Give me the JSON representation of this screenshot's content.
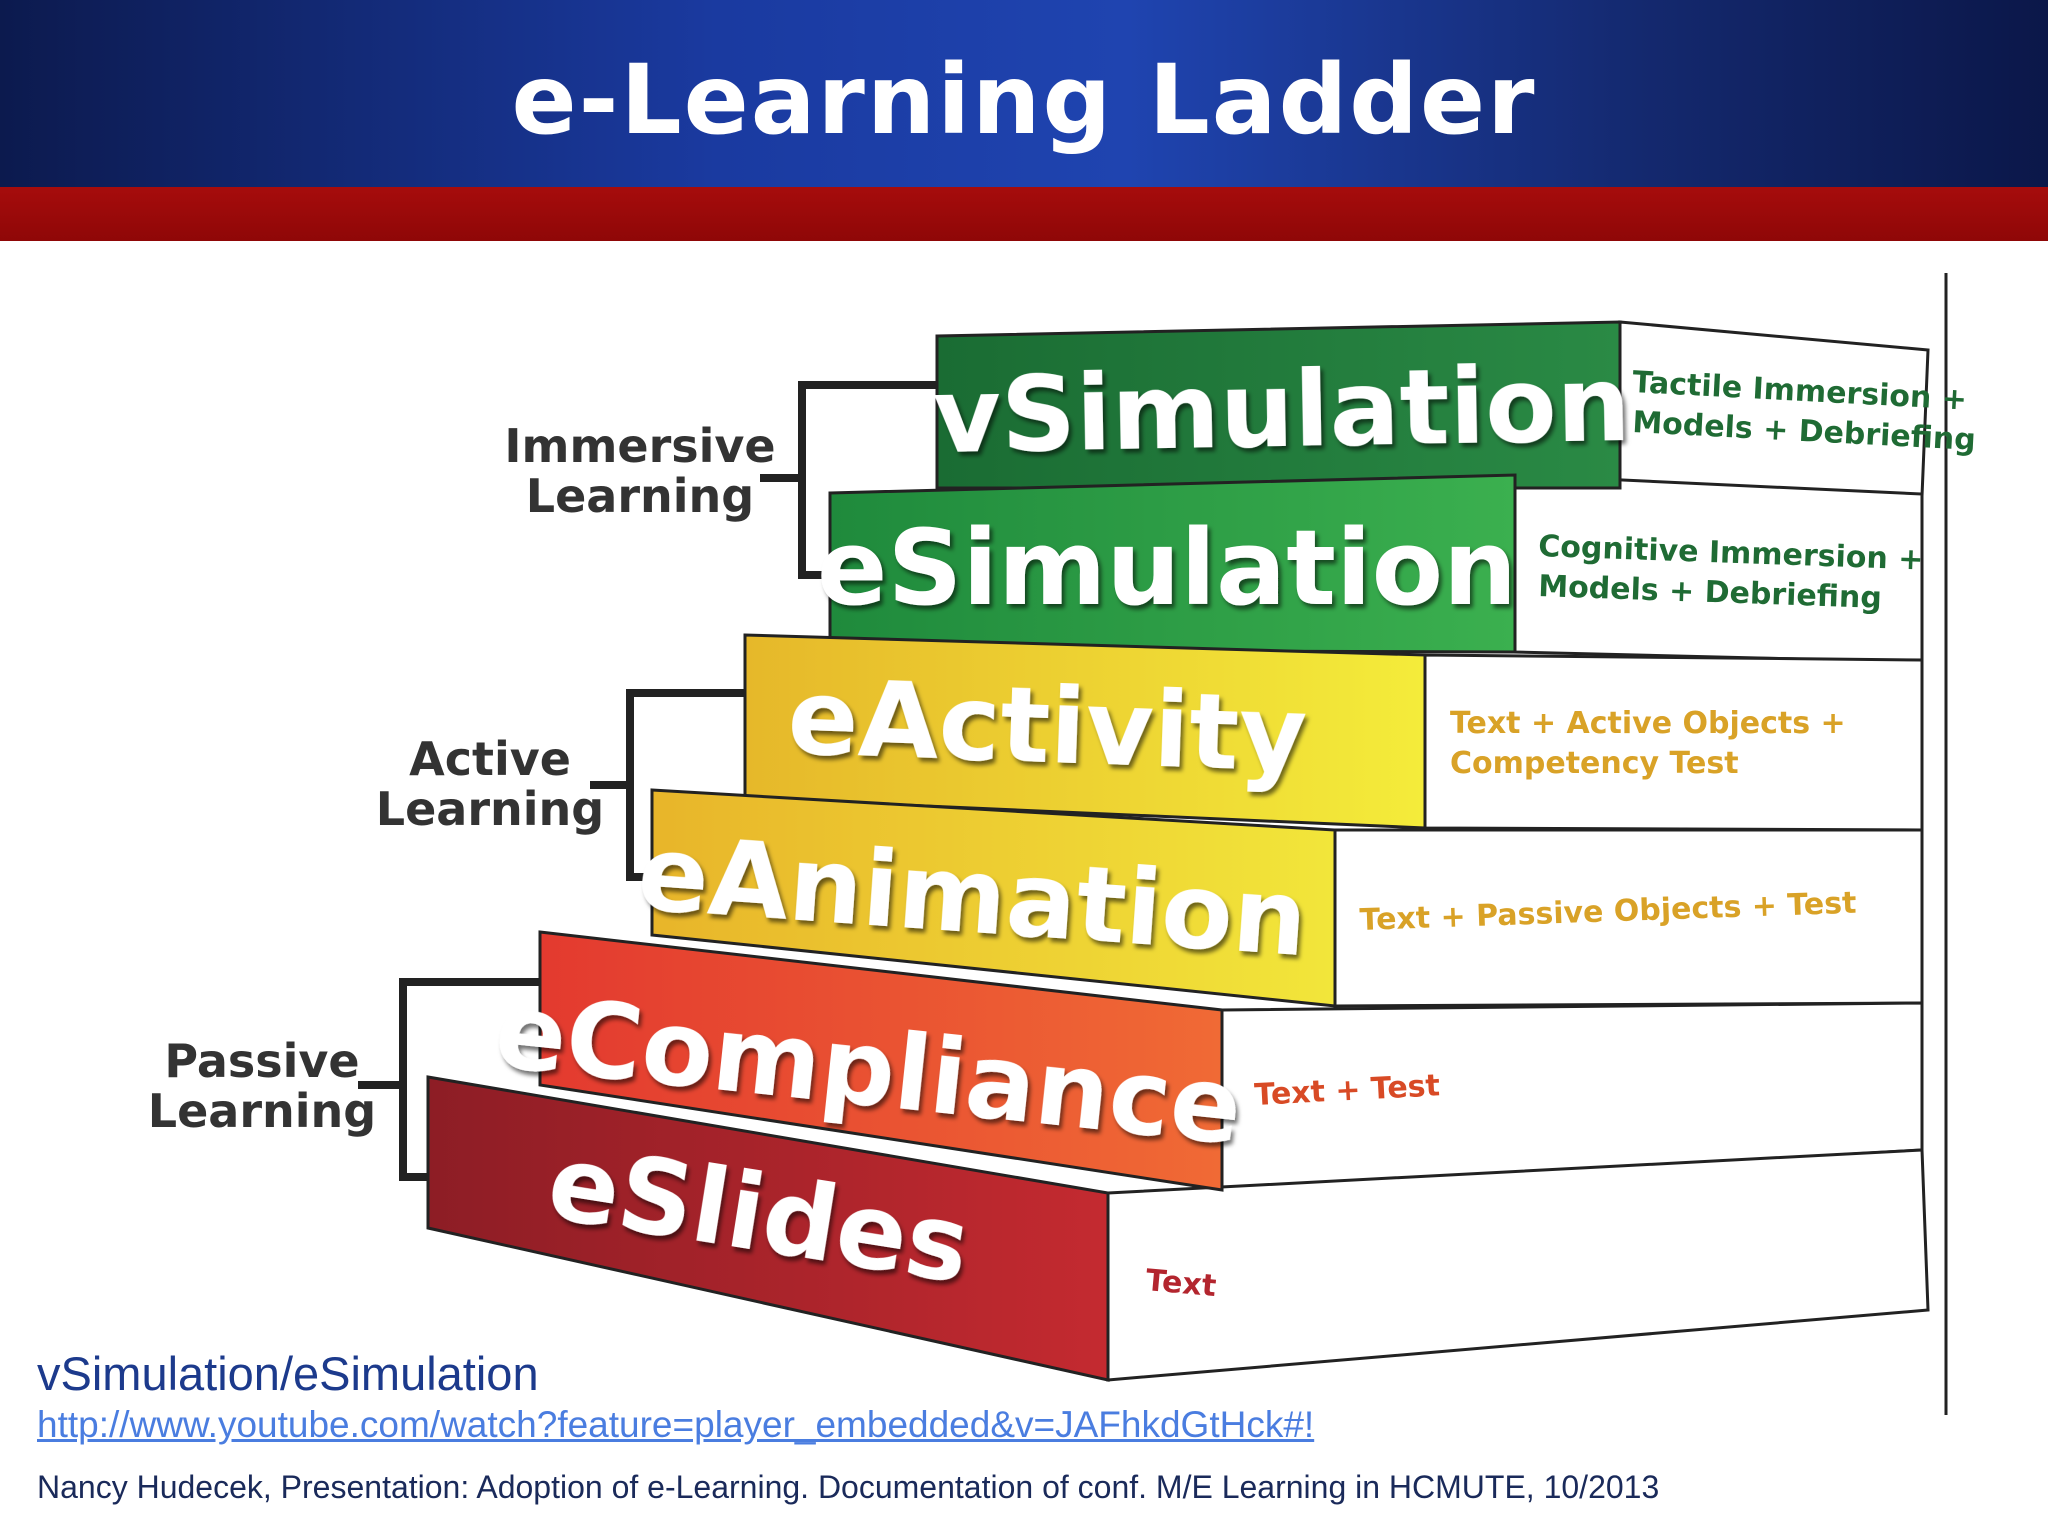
{
  "title": "e-Learning Ladder",
  "colors": {
    "header_dark": "#0c1a4e",
    "header_mid": "#1f44b0",
    "red_band": "#9b0a0a",
    "caption_text": "#1c3a8c",
    "link": "#4a7de0"
  },
  "groups": [
    {
      "line1": "Immersive",
      "line2": "Learning"
    },
    {
      "line1": "Active",
      "line2": "Learning"
    },
    {
      "line1": "Passive",
      "line2": "Learning"
    }
  ],
  "steps": [
    {
      "label": "vSimulation",
      "desc_line1": "Tactile Immersion +",
      "desc_line2": "Models + Debriefing",
      "color": "#1f7a3a",
      "desc_color": "#1f6b34"
    },
    {
      "label": "eSimulation",
      "desc_line1": "Cognitive Immersion +",
      "desc_line2": "Models + Debriefing",
      "color": "#2a9a45",
      "desc_color": "#1f6b34"
    },
    {
      "label": "eActivity",
      "desc_line1": "Text + Active Objects +",
      "desc_line2": "Competency Test",
      "color": "#f0d23a",
      "desc_color": "#d9a227"
    },
    {
      "label": "eAnimation",
      "desc_line1": "Text + Passive Objects + Test",
      "desc_line2": "",
      "color": "#e8d030",
      "desc_color": "#d9a227"
    },
    {
      "label": "eCompliance",
      "desc_line1": "Text + Test",
      "desc_line2": "",
      "color": "#e8502f",
      "desc_color": "#d84a25"
    },
    {
      "label": "eSlides",
      "desc_line1": "Text",
      "desc_line2": "",
      "color": "#b3252e",
      "desc_color": "#b3252e"
    }
  ],
  "caption": {
    "title": "vSimulation/eSimulation",
    "link": "http://www.youtube.com/watch?feature=player_embedded&v=JAFhkdGtHck#!",
    "citation": "Nancy Hudecek, Presentation: Adoption of e-Learning. Documentation of conf. M/E Learning in HCMUTE, 10/2013"
  }
}
